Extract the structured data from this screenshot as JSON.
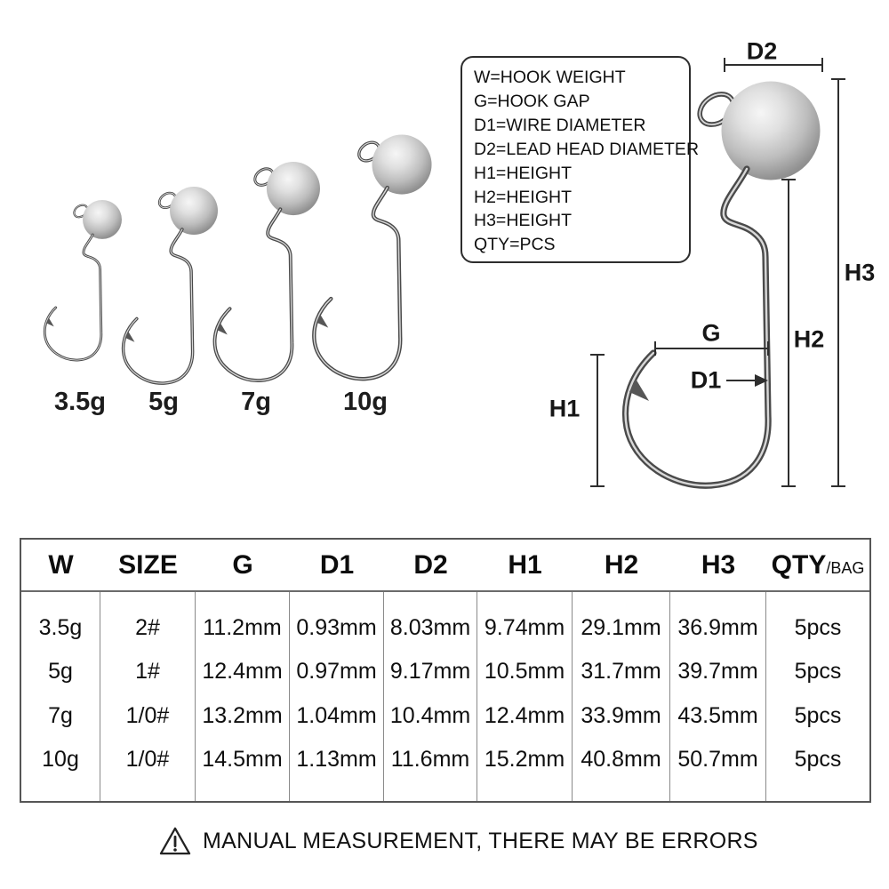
{
  "hooks": {
    "items": [
      {
        "label": "3.5g"
      },
      {
        "label": "5g"
      },
      {
        "label": "7g"
      },
      {
        "label": "10g"
      }
    ]
  },
  "legend": {
    "lines": [
      "W=HOOK WEIGHT",
      "G=HOOK GAP",
      "D1=WIRE DIAMETER",
      "D2=LEAD HEAD DIAMETER",
      "H1=HEIGHT",
      "H2=HEIGHT",
      "H3=HEIGHT",
      "QTY=PCS"
    ]
  },
  "diagram": {
    "labels": {
      "d2": "D2",
      "h3": "H3",
      "h2": "H2",
      "g": "G",
      "d1": "D1",
      "h1": "H1"
    }
  },
  "table": {
    "headers": [
      "W",
      "SIZE",
      "G",
      "D1",
      "D2",
      "H1",
      "H2",
      "H3",
      "QTY"
    ],
    "qty_unit_suffix": "/BAG",
    "rows": [
      [
        "3.5g",
        "2#",
        "11.2mm",
        "0.93mm",
        "8.03mm",
        "9.74mm",
        "29.1mm",
        "36.9mm",
        "5pcs"
      ],
      [
        "5g",
        "1#",
        "12.4mm",
        "0.97mm",
        "9.17mm",
        "10.5mm",
        "31.7mm",
        "39.7mm",
        "5pcs"
      ],
      [
        "7g",
        "1/0#",
        "13.2mm",
        "1.04mm",
        "10.4mm",
        "12.4mm",
        "33.9mm",
        "43.5mm",
        "5pcs"
      ],
      [
        "10g",
        "1/0#",
        "14.5mm",
        "1.13mm",
        "11.6mm",
        "15.2mm",
        "40.8mm",
        "50.7mm",
        "5pcs"
      ]
    ]
  },
  "footer": {
    "disclaimer": "MANUAL MEASUREMENT, THERE MAY BE ERRORS"
  },
  "colors": {
    "background": "#ffffff",
    "text": "#111111",
    "dimension_line": "#2e2e2e",
    "metal_highlight": "#f6f6f6",
    "metal_mid": "#bdbdbd",
    "metal_shadow": "#828282",
    "table_border": "#6b6b6b"
  }
}
